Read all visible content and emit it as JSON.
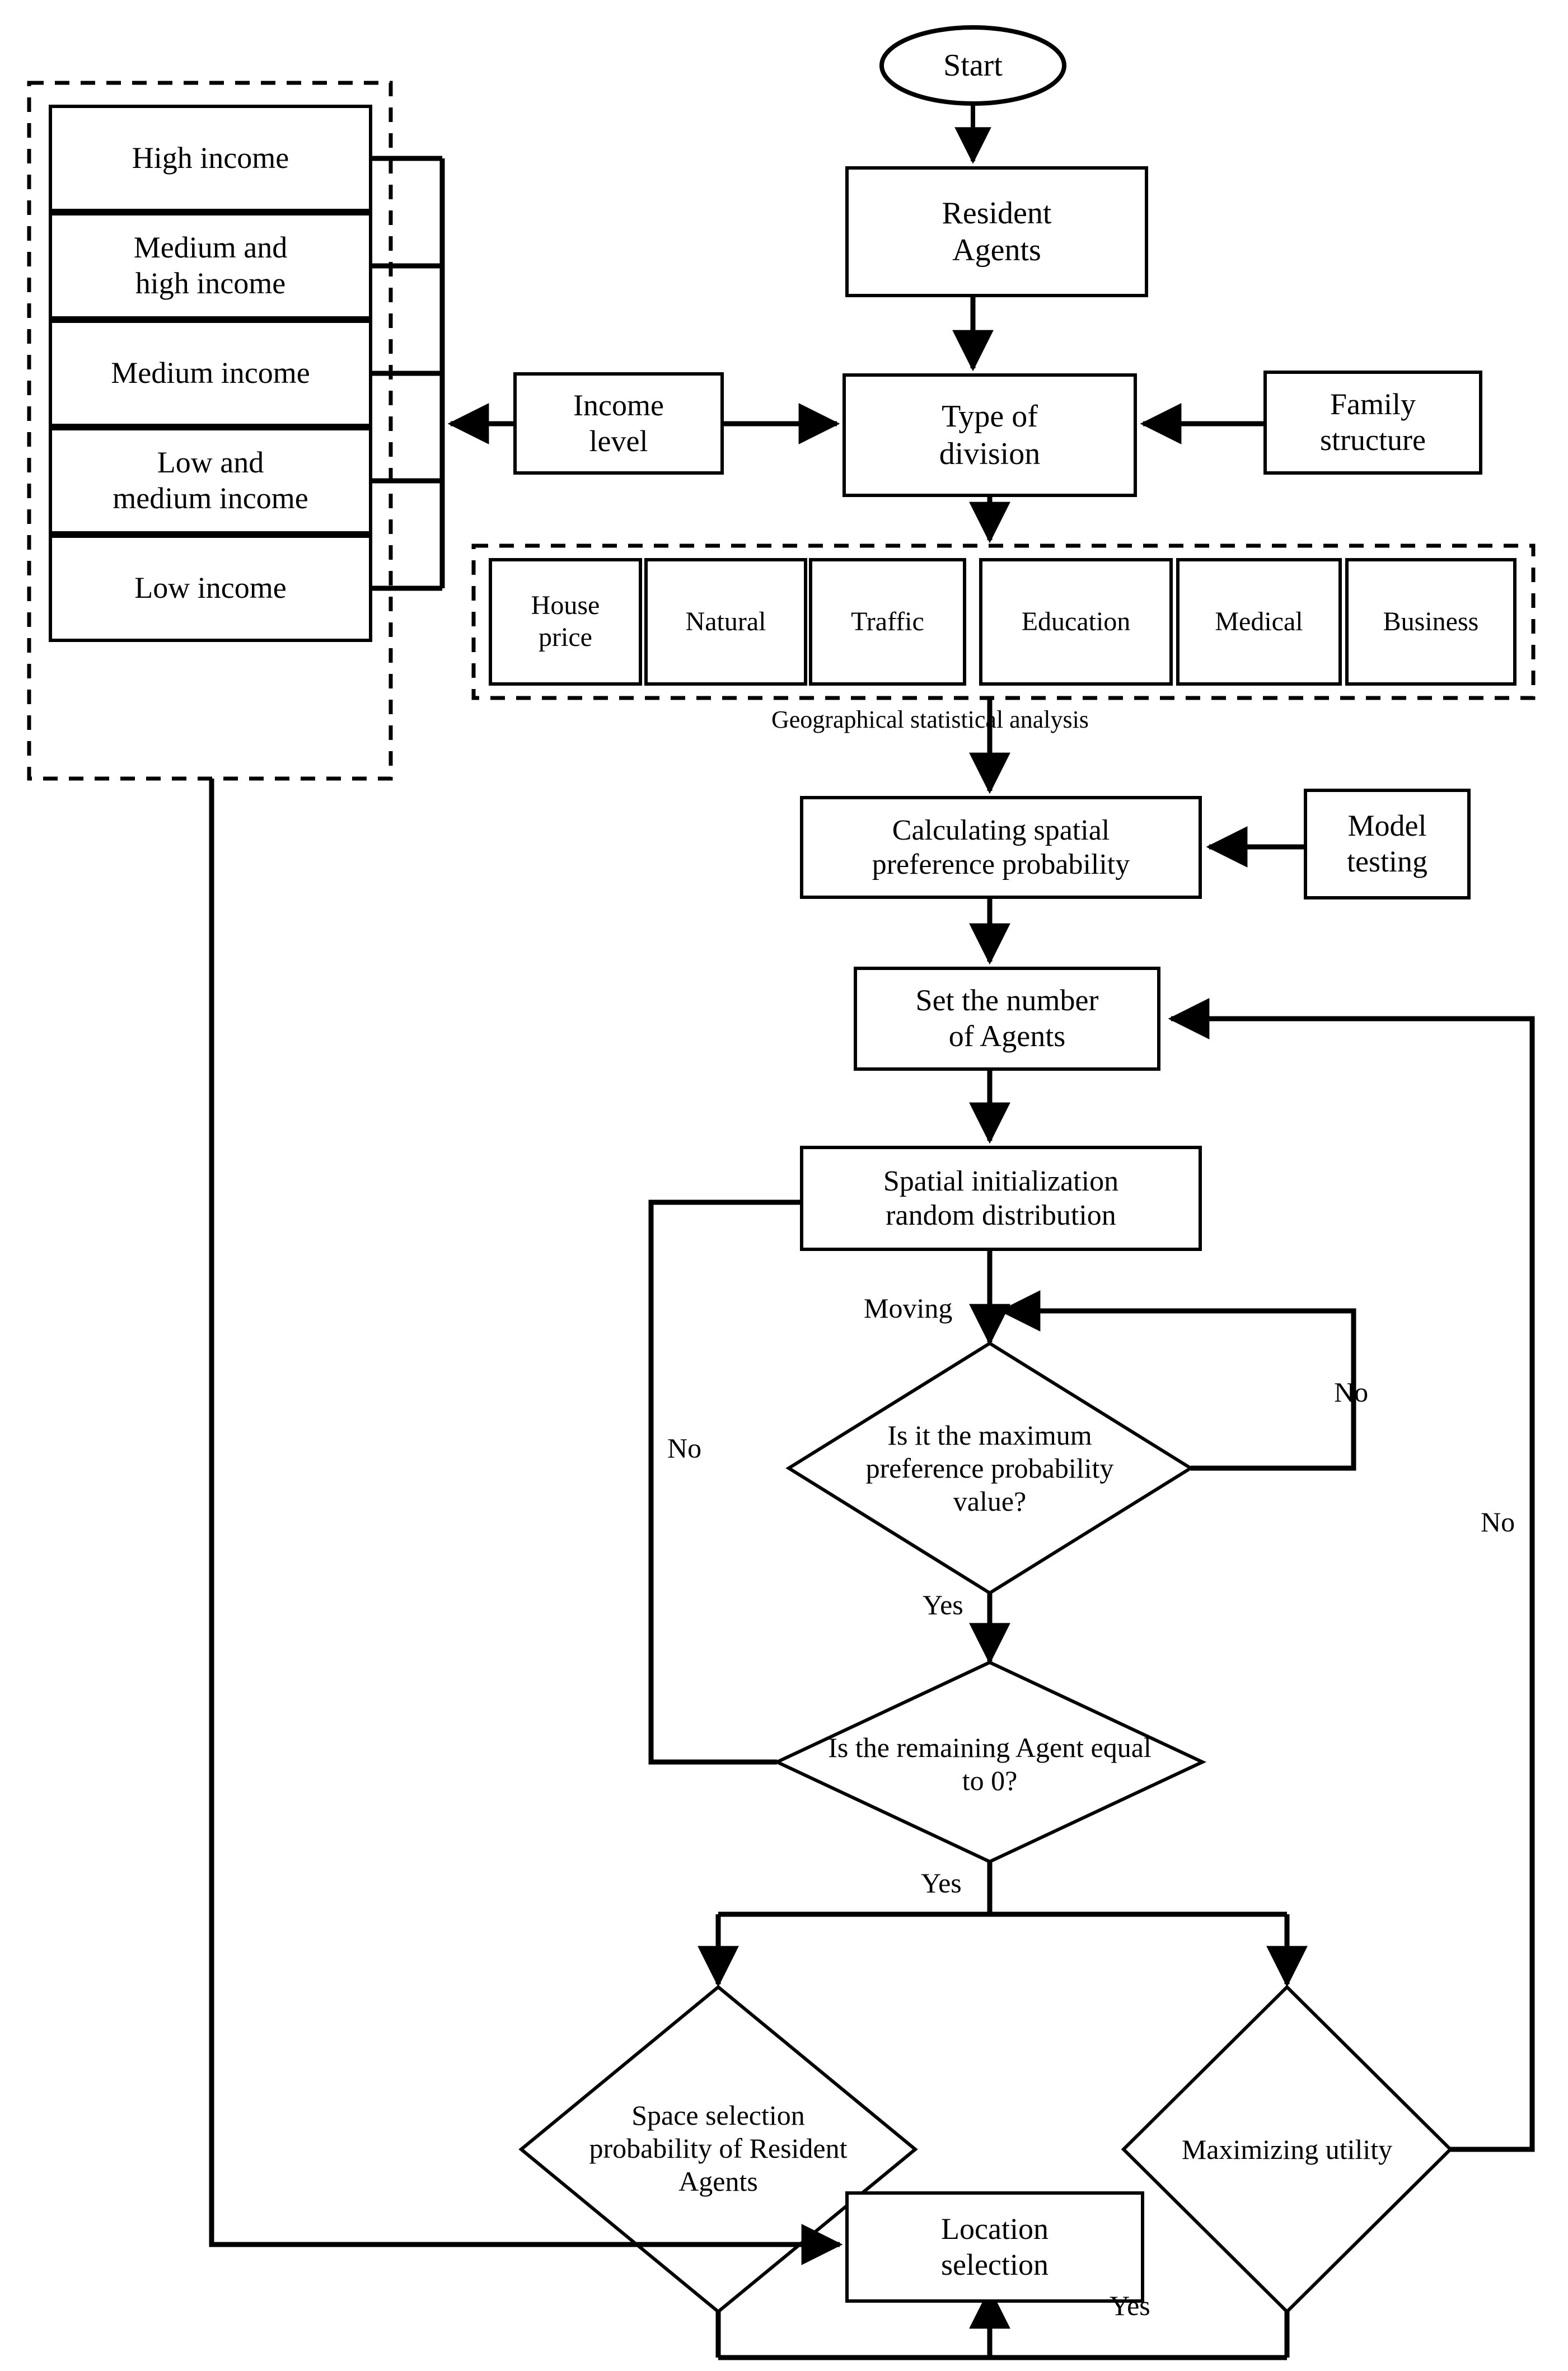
{
  "diagram": {
    "title": "Resident Agent location selection flowchart",
    "colors": {
      "stroke": "#000000",
      "fill": "#ffffff",
      "text": "#000000"
    }
  },
  "income_group": {
    "container_name": "income-level-group",
    "items": [
      {
        "label": "High income"
      },
      {
        "label": "Medium and\nhigh income"
      },
      {
        "label": "Medium income"
      },
      {
        "label": "Low and\nmedium income"
      },
      {
        "label": "Low income"
      }
    ]
  },
  "factor_group": {
    "container_name": "geographical-factor-group",
    "caption": "Geographical statistical analysis",
    "items": [
      {
        "label": "House\nprice"
      },
      {
        "label": "Natural"
      },
      {
        "label": "Traffic"
      },
      {
        "label": "Education"
      },
      {
        "label": "Medical"
      },
      {
        "label": "Business"
      }
    ]
  },
  "nodes": {
    "start": "Start",
    "resident_agents": "Resident\nAgents",
    "income_level": "Income\nlevel",
    "type_of_division": "Type of\ndivision",
    "family_structure": "Family\nstructure",
    "calculating_spatial": "Calculating spatial\npreference probability",
    "model_testing": "Model\ntesting",
    "set_number_agents": "Set the number\nof Agents",
    "spatial_initialization": "Spatial initialization\nrandom distribution",
    "decision_max_pref": "Is it the maximum\npreference probability\nvalue?",
    "decision_remaining": "Is the remaining Agent equal\nto 0?",
    "space_selection": "Space selection\nprobability of Resident\nAgents",
    "maximizing_utility": "Maximizing utility",
    "location_selection": "Location\nselection"
  },
  "edge_labels": {
    "moving": "Moving",
    "no_max_pref_right": "No",
    "yes_max_pref": "Yes",
    "no_remaining_left": "No",
    "yes_remaining": "Yes",
    "no_utility_right": "No",
    "yes_utility": "Yes"
  }
}
